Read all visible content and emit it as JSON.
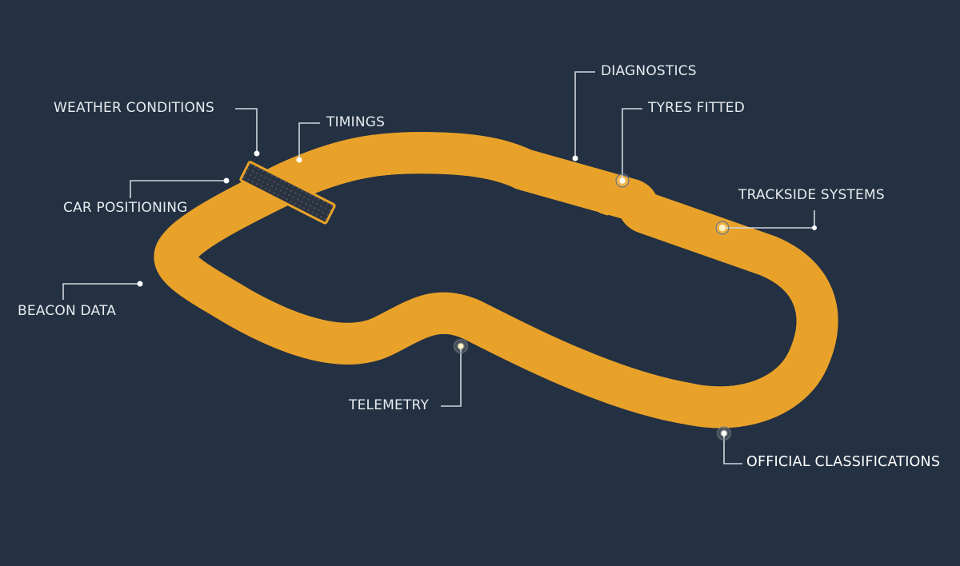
{
  "diagram": {
    "title": "Race track data sources",
    "colors": {
      "background": "#243142",
      "track_edge": "#e9a229",
      "track_surface": "#2b3340",
      "leader_line": "#cfd6de",
      "label_text": "#e6ebf0"
    },
    "labels": {
      "weather_conditions": "WEATHER CONDITIONS",
      "timings": "TIMINGS",
      "car_positioning": "CAR POSITIONING",
      "beacon_data": "BEACON DATA",
      "diagnostics": "DIAGNOSTICS",
      "tyres_fitted": "TYRES FITTED",
      "trackside_systems": "TRACKSIDE SYSTEMS",
      "telemetry": "TELEMETRY",
      "official_classifications": "OFFICIAL CLASSIFICATIONS"
    }
  }
}
